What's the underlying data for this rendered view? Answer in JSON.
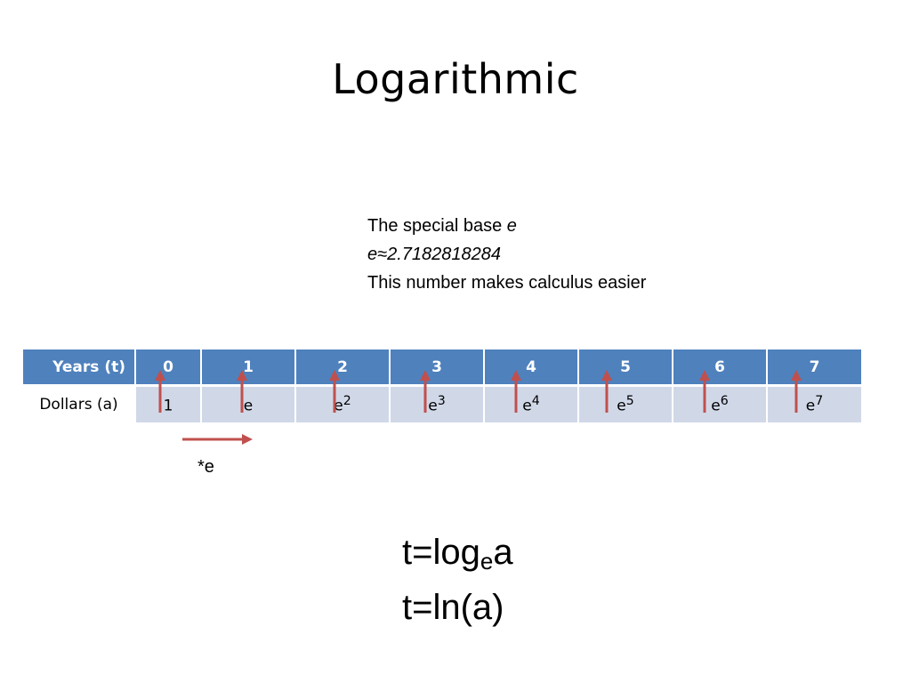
{
  "title": "Logarithmic",
  "note": {
    "line1_text": "The special base ",
    "line1_italic": "e",
    "line2": "e≈2.7182818284",
    "line3": "This number makes calculus easier"
  },
  "table": {
    "row_headers": [
      "Years (t)",
      "Dollars (a)"
    ],
    "years": [
      "0",
      "1",
      "2",
      "3",
      "4",
      "5",
      "6",
      "7"
    ],
    "dollars": [
      {
        "base": "1",
        "exp": ""
      },
      {
        "base": "e",
        "exp": ""
      },
      {
        "base": "e",
        "exp": "2"
      },
      {
        "base": "e",
        "exp": "3"
      },
      {
        "base": "e",
        "exp": "4"
      },
      {
        "base": "e",
        "exp": "5"
      },
      {
        "base": "e",
        "exp": "6"
      },
      {
        "base": "e",
        "exp": "7"
      }
    ]
  },
  "multiplier_label": "*e",
  "formula": {
    "line1_prefix": "t=log",
    "line1_sub": "e",
    "line1_suffix": "a",
    "line2": "t=ln(a)"
  },
  "colors": {
    "header_blue": "#4f81bd",
    "row_light": "#d0d8e8",
    "arrow_red": "#c0504d"
  }
}
